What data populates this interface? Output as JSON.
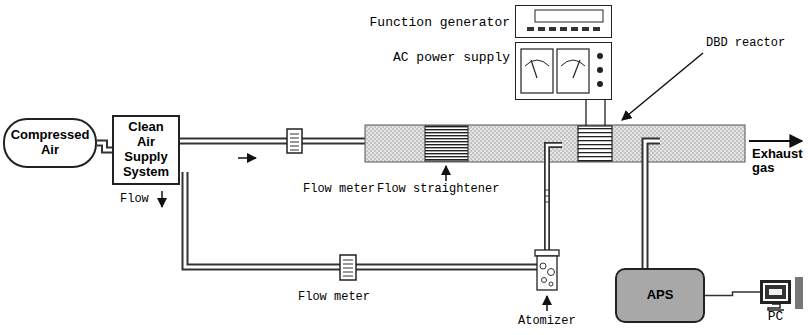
{
  "diagram": {
    "nodes": [
      {
        "text": [
          "Function generator"
        ]
      },
      {
        "text": [
          "AC power supply"
        ]
      },
      {
        "text": [
          "Compressed Air"
        ]
      },
      {
        "text": [
          "Clean Air Supply System"
        ]
      },
      {
        "text": [
          "APS"
        ]
      },
      {
        "text": [
          "PC"
        ]
      }
    ],
    "edges": [
      {
        "from": 2,
        "to": 3,
        "arrow": "none"
      },
      {
        "from": 4,
        "to": 5,
        "arrow": "none"
      }
    ],
    "labels": [
      "Flow",
      "Flow meter",
      "Flow straightener",
      "Flow meter",
      "Atomizer",
      "DBD reactor",
      "Exhaust gas"
    ]
  }
}
